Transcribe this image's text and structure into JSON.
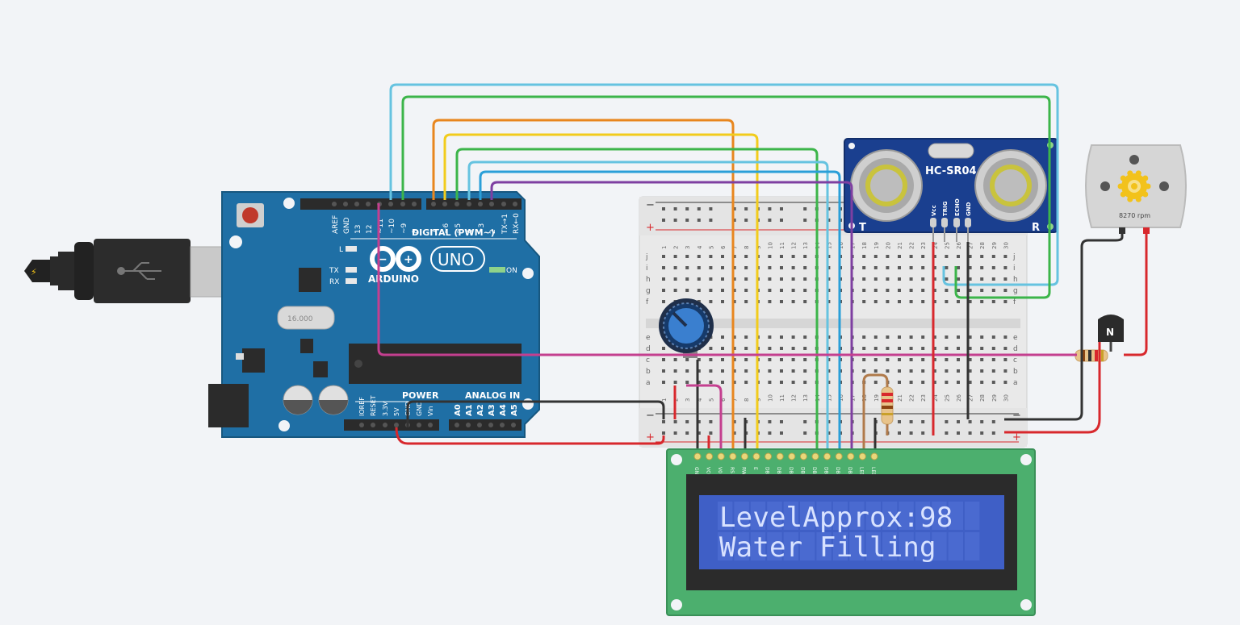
{
  "arduino": {
    "brand": "ARDUINO",
    "model": "UNO",
    "digital_label": "DIGITAL (PWM~)",
    "power_label": "POWER",
    "analog_label": "ANALOG IN",
    "on_label": "ON",
    "l_label": "L",
    "tx_label": "TX",
    "rx_label": "RX",
    "crystal_label": "16.000",
    "digital_pins": [
      "AREF",
      "GND",
      "13",
      "12",
      "~11",
      "~10",
      "~9",
      "8",
      "7",
      "~6",
      "~5",
      "4",
      "~3",
      "2",
      "TX→1",
      "RX←0"
    ],
    "power_pins": [
      "IOREF",
      "RESET",
      "3.3V",
      "5V",
      "GND",
      "GND",
      "Vin"
    ],
    "analog_pins": [
      "A0",
      "A1",
      "A2",
      "A3",
      "A4",
      "A5"
    ]
  },
  "sensor": {
    "name": "HC-SR04",
    "pins": [
      "Vcc",
      "TRIG",
      "ECHO",
      "GND"
    ],
    "t_label": "T",
    "r_label": "R"
  },
  "motor": {
    "rpm_label": "8270 rpm",
    "plus": "+",
    "minus": "−"
  },
  "transistor": {
    "label": "N"
  },
  "breadboard": {
    "columns": [
      "1",
      "2",
      "3",
      "4",
      "5",
      "6",
      "7",
      "8",
      "9",
      "10",
      "11",
      "12",
      "13",
      "14",
      "15",
      "16",
      "17",
      "18",
      "19",
      "20",
      "21",
      "22",
      "23",
      "24",
      "25",
      "26",
      "27",
      "28",
      "29",
      "30"
    ],
    "rows_top": [
      "j",
      "i",
      "h",
      "g",
      "f"
    ],
    "rows_bottom": [
      "e",
      "d",
      "c",
      "b",
      "a"
    ],
    "plus": "+",
    "minus": "−"
  },
  "lcd": {
    "pins": [
      "GND",
      "VCC",
      "V0",
      "RS",
      "RW",
      "E",
      "DB0",
      "DB1",
      "DB2",
      "DB3",
      "DB4",
      "DB5",
      "DB6",
      "DB7",
      "LED",
      "LED"
    ],
    "line1": "LevelApprox:98",
    "line2": "Water Filling"
  },
  "colors": {
    "arduino_blue": "#1f6fa5",
    "lcd_green": "#4caf6e",
    "lcd_screen": "#3f5fc6",
    "sensor_blue": "#1a3f8f",
    "wire_cyan": "#66c3e0",
    "wire_green": "#3cb54a",
    "wire_orange": "#e8861e",
    "wire_yellow": "#f2cc1c",
    "wire_blue": "#2a9fd8",
    "wire_purple": "#7e3fa1",
    "wire_magenta": "#c43f8f",
    "wire_red": "#d8282d",
    "wire_black": "#333333"
  }
}
